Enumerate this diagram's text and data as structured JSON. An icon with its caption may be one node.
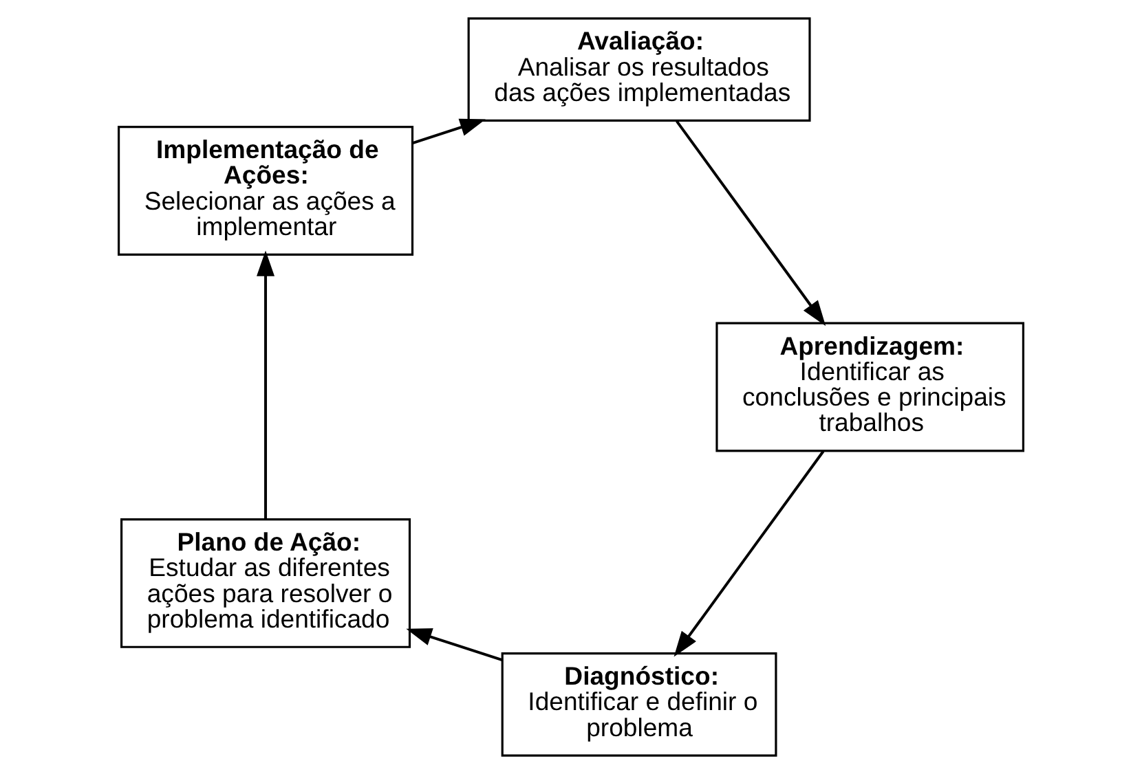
{
  "diagram": {
    "nodes": [
      {
        "text": [
          "Diagnóstico:",
          "Identificar e definir o problema"
        ]
      },
      {
        "text": [
          "Plano de Ação:",
          "Estudar as diferentes ações para resolver o problema identificado"
        ]
      },
      {
        "text": [
          "Implementação de Ações:",
          "Selecionar as ações a implementar"
        ]
      },
      {
        "text": [
          "Avaliação:",
          "Analisar os resultados das ações implementadas"
        ]
      },
      {
        "text": [
          "Aprendizagem:",
          "Identificar as conclusões e principais trabalhos"
        ]
      }
    ],
    "edges": [
      {
        "from": 0,
        "to": 1,
        "arrow": "to"
      },
      {
        "from": 1,
        "to": 2,
        "arrow": "to"
      },
      {
        "from": 2,
        "to": 3,
        "arrow": "to"
      },
      {
        "from": 3,
        "to": 4,
        "arrow": "to"
      },
      {
        "from": 4,
        "to": 0,
        "arrow": "to"
      }
    ]
  }
}
